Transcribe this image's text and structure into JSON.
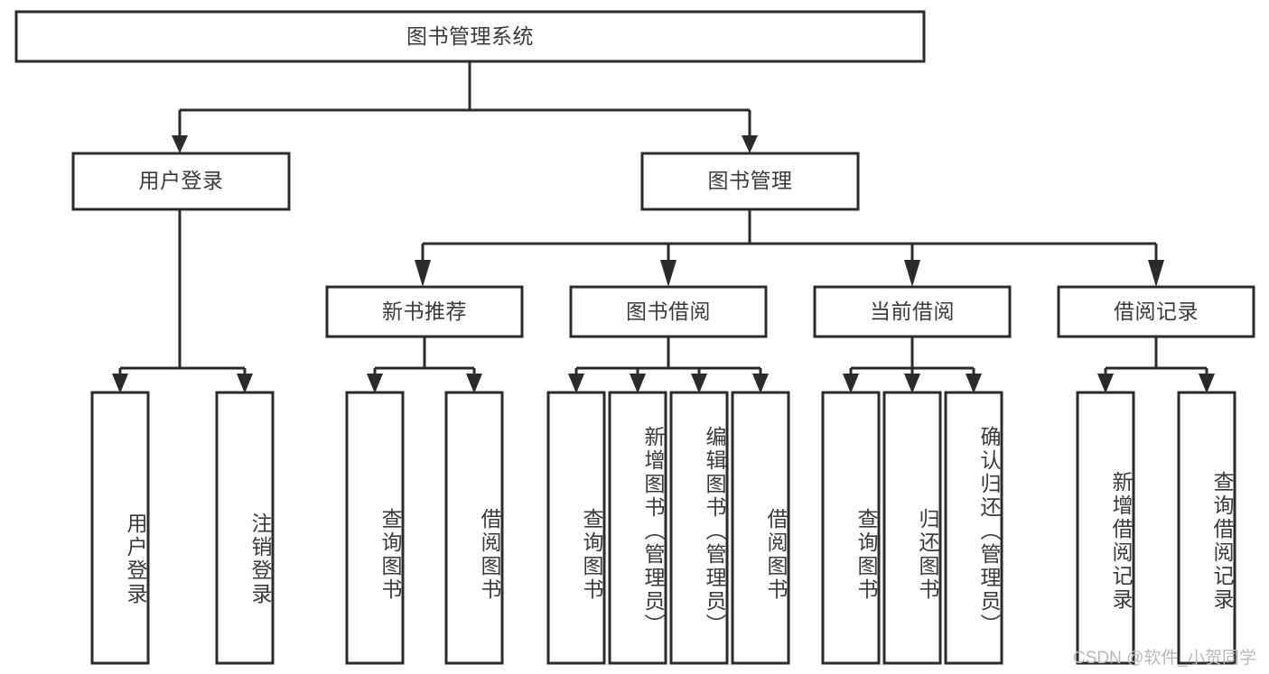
{
  "diagram": {
    "type": "tree-hierarchy-chart",
    "title": "图书管理系统",
    "colors": {
      "box_stroke": "#2b2b2b",
      "box_fill": "#ffffff",
      "text": "#3a3a3a",
      "connector": "#2b2b2b",
      "watermark": "#b9b9b9",
      "background": "#ffffff"
    },
    "root": {
      "label": "图书管理系统"
    },
    "level2": [
      {
        "label": "用户登录"
      },
      {
        "label": "图书管理"
      }
    ],
    "level3": [
      {
        "label": "新书推荐"
      },
      {
        "label": "图书借阅"
      },
      {
        "label": "当前借阅"
      },
      {
        "label": "借阅记录"
      }
    ],
    "leaves": {
      "user_login": [
        {
          "label": "用户登录"
        },
        {
          "label": "注销登录"
        }
      ],
      "new_book_recommend": [
        {
          "label": "查询图书"
        },
        {
          "label": "借阅图书"
        }
      ],
      "book_borrow": [
        {
          "label": "查询图书"
        },
        {
          "label": "新增图书（管理员）"
        },
        {
          "label": "编辑图书（管理员）"
        },
        {
          "label": "借阅图书"
        }
      ],
      "current_borrow": [
        {
          "label": "查询图书"
        },
        {
          "label": "归还图书"
        },
        {
          "label": "确认归还（管理员）"
        }
      ],
      "borrow_record": [
        {
          "label": "新增借阅记录"
        },
        {
          "label": "查询借阅记录"
        }
      ]
    }
  },
  "watermark": {
    "text": "CSDN @软件_小贺同学"
  }
}
